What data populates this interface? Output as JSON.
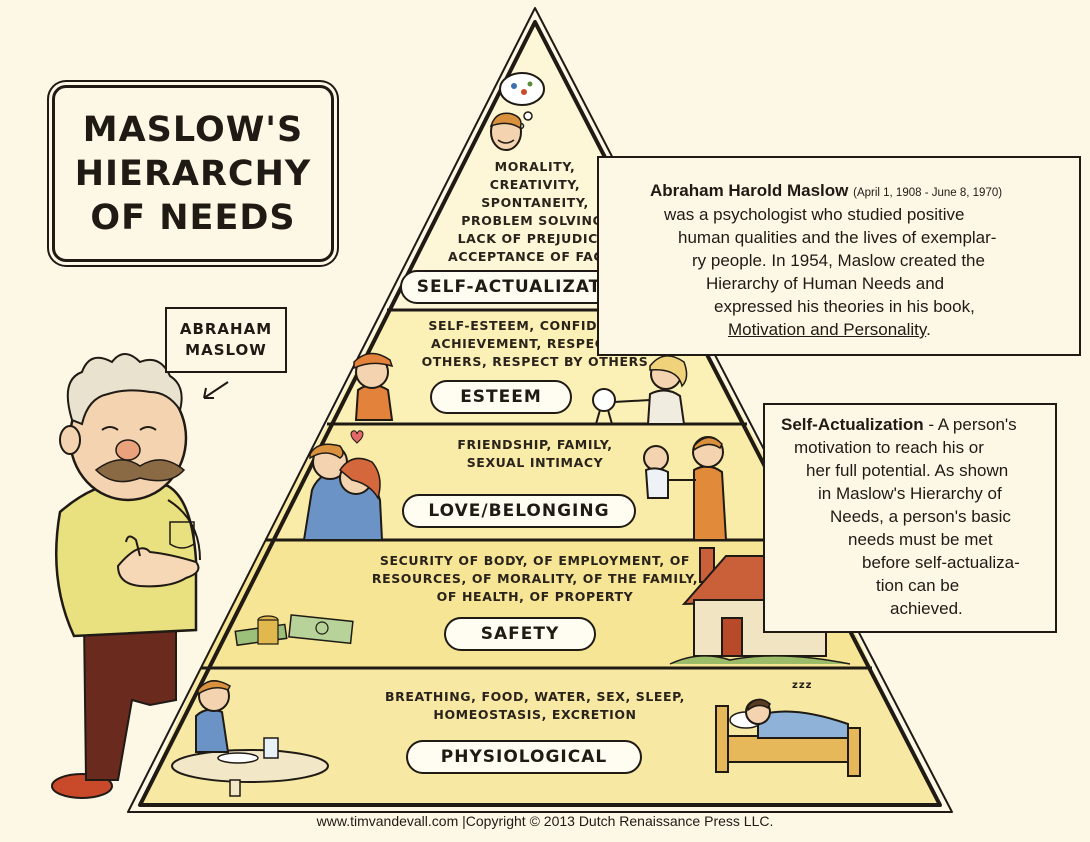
{
  "title": {
    "lines": [
      "MASLOW'S",
      "HIERARCHY",
      "OF NEEDS"
    ]
  },
  "name_label": {
    "lines": [
      "ABRAHAM",
      "MASLOW"
    ]
  },
  "levels": [
    {
      "label": "SELF-ACTUALIZATION",
      "text": [
        "MORALITY,",
        "CREATIVITY,",
        "SPONTANEITY,",
        "PROBLEM SOLVING,",
        "LACK OF PREJUDICE,",
        "ACCEPTANCE OF FACTS"
      ]
    },
    {
      "label": "ESTEEM",
      "text": [
        "SELF-ESTEEM, CONFIDENCE,",
        "ACHIEVEMENT, RESPECT OF",
        "OTHERS, RESPECT BY OTHERS"
      ]
    },
    {
      "label": "LOVE/BELONGING",
      "text": [
        "FRIENDSHIP, FAMILY,",
        "SEXUAL INTIMACY"
      ]
    },
    {
      "label": "SAFETY",
      "text": [
        "SECURITY OF BODY, OF EMPLOYMENT, OF",
        "RESOURCES, OF MORALITY, OF THE FAMILY,",
        "OF HEALTH, OF PROPERTY"
      ]
    },
    {
      "label": "PHYSIOLOGICAL",
      "text": [
        "BREATHING, FOOD, WATER, SEX, SLEEP,",
        "HOMEOSTASIS, EXCRETION"
      ]
    }
  ],
  "bio": {
    "name": "Abraham Harold Maslow",
    "dates": "(April 1, 1908 - June 8, 1970)",
    "lines": [
      "was a psychologist who studied positive",
      "human qualities and the lives of exemplar-",
      "ry people. In 1954, Maslow created the",
      "Hierarchy of Human Needs and",
      "expressed his theories in his book,"
    ],
    "book": "Motivation and Personality",
    "book_suffix": "."
  },
  "definition": {
    "term": "Self-Actualization",
    "first_line": " - A person's",
    "lines": [
      "motivation to reach his or",
      "her full potential. As shown",
      "in Maslow's Hierarchy of",
      "Needs, a person's basic",
      "needs must be met",
      "before self-actualiza-",
      "tion can be",
      "achieved."
    ]
  },
  "bed_zzz": "zzz",
  "footer": "www.timvandevall.com |Copyright © 2013 Dutch Renaissance Press LLC.",
  "colors": {
    "background": "#fdf8e6",
    "band_light": "#fbf1bd",
    "band_dark": "#f6e79c",
    "ink": "#1f1a14",
    "sweater": "#e9e07f",
    "house_roof": "#c9603a"
  }
}
